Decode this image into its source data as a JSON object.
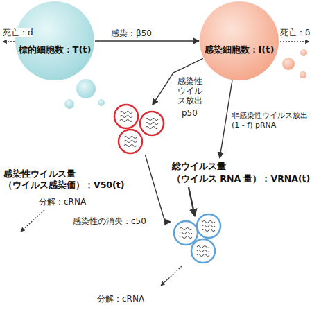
{
  "diagram": {
    "nodes": [
      {
        "text": [
          "標的細胞数：T(t)"
        ]
      },
      {
        "text": [
          "感染細胞数：I(t)"
        ]
      },
      {
        "text": [
          "感染性ウイルス量",
          "（ウイルス感染価）：V50(t)"
        ]
      },
      {
        "text": [
          "総ウイルス量",
          "（ウイルス RNA 量）：VRNA(t)"
        ]
      }
    ],
    "edges": [
      {
        "from": 0,
        "to": 1,
        "arrow": "to",
        "label": "感染：β50"
      },
      {
        "from": 1,
        "to": 2,
        "arrow": "to",
        "label": "感染性ウイルス放出"
      },
      {
        "from": 1,
        "to": 3,
        "arrow": "to",
        "label": "非感染性ウイルス放出 (1 - f) pRNA"
      },
      {
        "from": 2,
        "to": 3,
        "arrow": "to",
        "label": "感染性の消失：c50"
      }
    ],
    "labels": [
      "死亡：d",
      "死亡：δ",
      "p50",
      "分解：cRNA",
      "分解：cRNA"
    ]
  }
}
